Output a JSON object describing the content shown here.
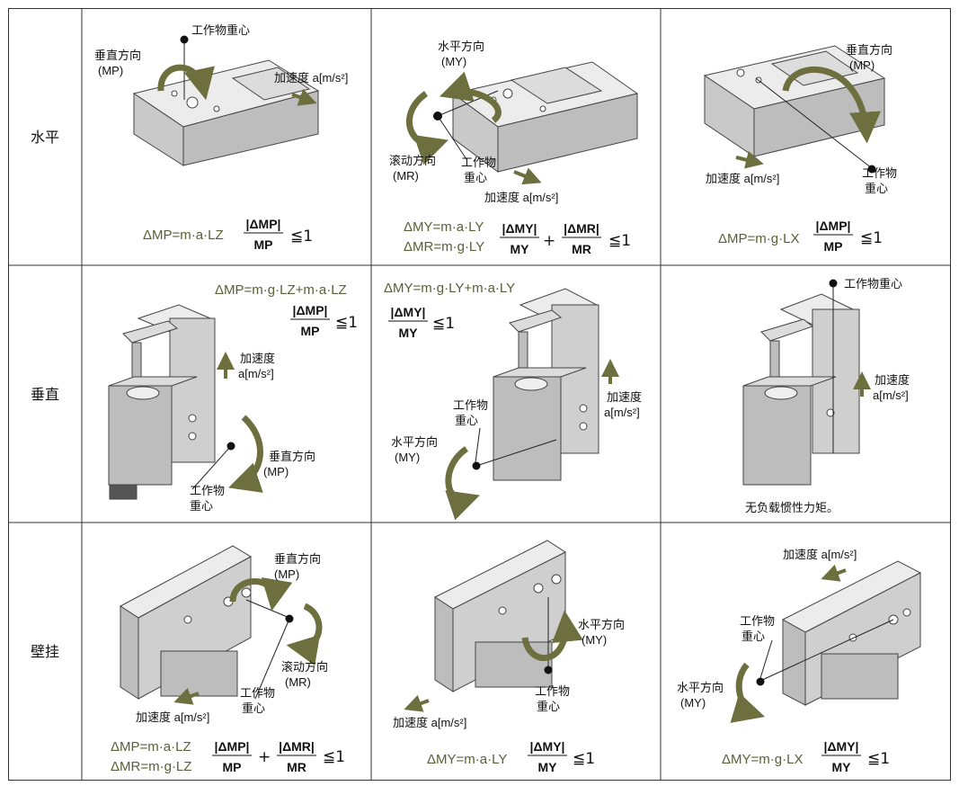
{
  "colors": {
    "arrow": "#6e6f3e",
    "formula_accent": "#5b5f36",
    "line": "#222222",
    "device": "#d8d8d8",
    "device_dark": "#9a9a9a"
  },
  "rows": [
    {
      "label": "水平"
    },
    {
      "label": "垂直"
    },
    {
      "label": "壁挂"
    }
  ],
  "cells": {
    "h1": {
      "cog": "工作物重心",
      "pitch": [
        "垂直方向",
        "(MP)"
      ],
      "accel": "加速度 a[m/s²]",
      "f1": "ΔMP=m·a·LZ",
      "num": "|ΔMP|",
      "den": "MP",
      "le": "≦1"
    },
    "h2": {
      "yaw": [
        "水平方向",
        "(MY)"
      ],
      "roll": [
        "滚动方向",
        "(MR)"
      ],
      "cog": [
        "工作物",
        "重心"
      ],
      "accel": "加速度 a[m/s²]",
      "f1": "ΔMY=m·a·LY",
      "f2": "ΔMR=m·g·LY",
      "num1": "|ΔMY|",
      "den1": "MY",
      "plus": "+",
      "num2": "|ΔMR|",
      "den2": "MR",
      "le": "≦1"
    },
    "h3": {
      "pitch": [
        "垂直方向",
        "(MP)"
      ],
      "accel": "加速度 a[m/s²]",
      "cog": [
        "工作物",
        "重心"
      ],
      "f1": "ΔMP=m·g·LX",
      "num": "|ΔMP|",
      "den": "MP",
      "le": "≦1"
    },
    "v1": {
      "f1": "ΔMP=m·g·LZ+m·a·LZ",
      "num": "|ΔMP|",
      "den": "MP",
      "le": "≦1",
      "accel": [
        "加速度",
        "a[m/s²]"
      ],
      "pitch": [
        "垂直方向",
        "(MP)"
      ],
      "cog": [
        "工作物",
        "重心"
      ]
    },
    "v2": {
      "f1": "ΔMY=m·g·LY+m·a·LY",
      "num": "|ΔMY|",
      "den": "MY",
      "le": "≦1",
      "accel": [
        "加速度",
        "a[m/s²]"
      ],
      "cog": [
        "工作物",
        "重心"
      ],
      "yaw": [
        "水平方向",
        "(MY)"
      ]
    },
    "v3": {
      "cog": "工作物重心",
      "accel": [
        "加速度",
        "a[m/s²]"
      ],
      "note": "无负载惯性力矩。"
    },
    "w1": {
      "pitch": [
        "垂直方向",
        "(MP)"
      ],
      "roll": [
        "滚动方向",
        "(MR)"
      ],
      "cog": [
        "工作物",
        "重心"
      ],
      "accel": "加速度 a[m/s²]",
      "f1": "ΔMP=m·a·LZ",
      "f2": "ΔMR=m·g·LZ",
      "num1": "|ΔMP|",
      "den1": "MP",
      "plus": "+",
      "num2": "|ΔMR|",
      "den2": "MR",
      "le": "≦1"
    },
    "w2": {
      "yaw": [
        "水平方向",
        "(MY)"
      ],
      "cog": [
        "工作物",
        "重心"
      ],
      "accel": "加速度 a[m/s²]",
      "f1": "ΔMY=m·a·LY",
      "num": "|ΔMY|",
      "den": "MY",
      "le": "≦1"
    },
    "w3": {
      "accel": "加速度 a[m/s²]",
      "cog": [
        "工作物",
        "重心"
      ],
      "yaw": [
        "水平方向",
        "(MY)"
      ],
      "f1": "ΔMY=m·g·LX",
      "num": "|ΔMY|",
      "den": "MY",
      "le": "≦1"
    }
  }
}
